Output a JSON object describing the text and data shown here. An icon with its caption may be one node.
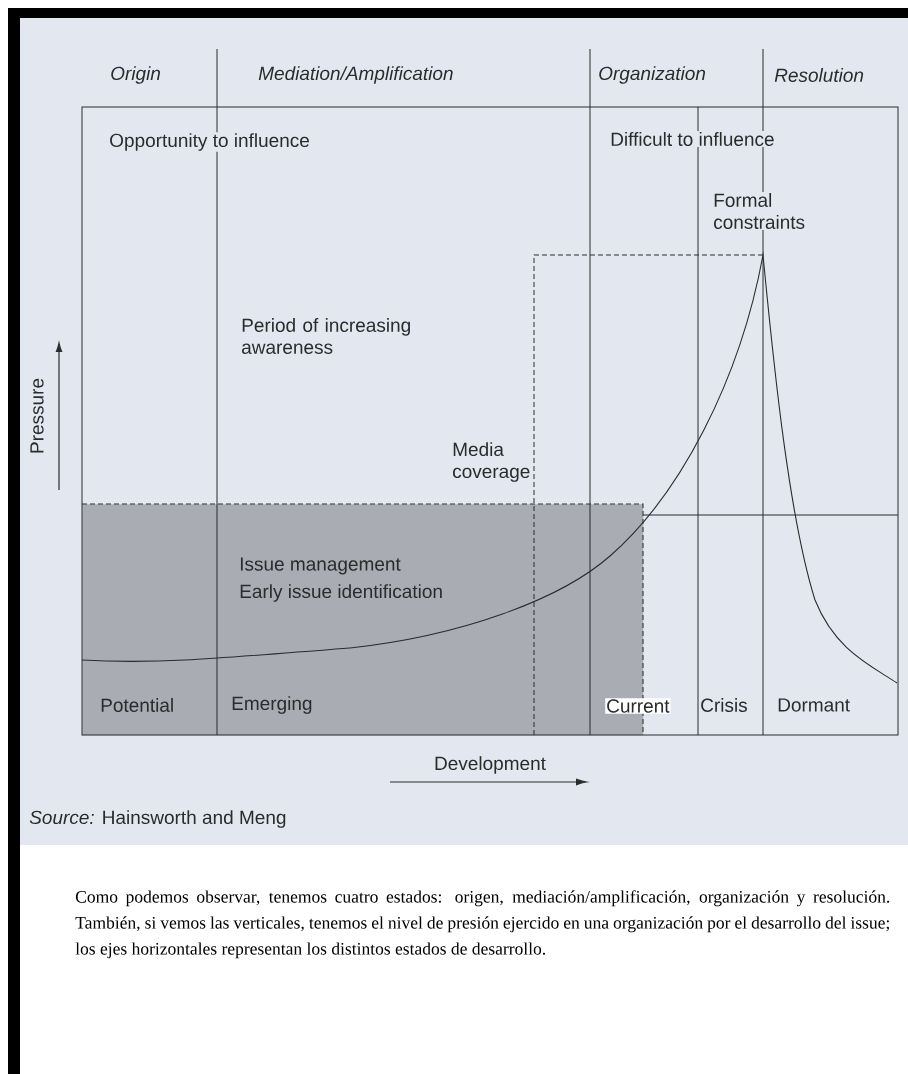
{
  "diagram": {
    "nodes": [
      {
        "text": [
          "Issue management",
          "Early issue identification"
        ]
      }
    ],
    "labels": [
      "Origin",
      "Mediation/Amplification",
      "Organization",
      "Resolution",
      "Opportunity to influence",
      "Difficult to influence",
      "Formal constraints",
      "Period of increasing awareness",
      "Pressure",
      "Media coverage",
      "Potential",
      "Emerging",
      "Current",
      "Crisis",
      "Dormant",
      "Development",
      "*Source:* Hainsworth and Meng"
    ],
    "caption": "Como podemos observar, tenemos cuatro estados: origen, mediación/amplificación, organización y resolución. También, si vemos las verticales, tenemos el nivel de presión ejercido en una organización por el desarrollo del issue; los ejes horizontales representan los distintos estados de desarrollo."
  }
}
